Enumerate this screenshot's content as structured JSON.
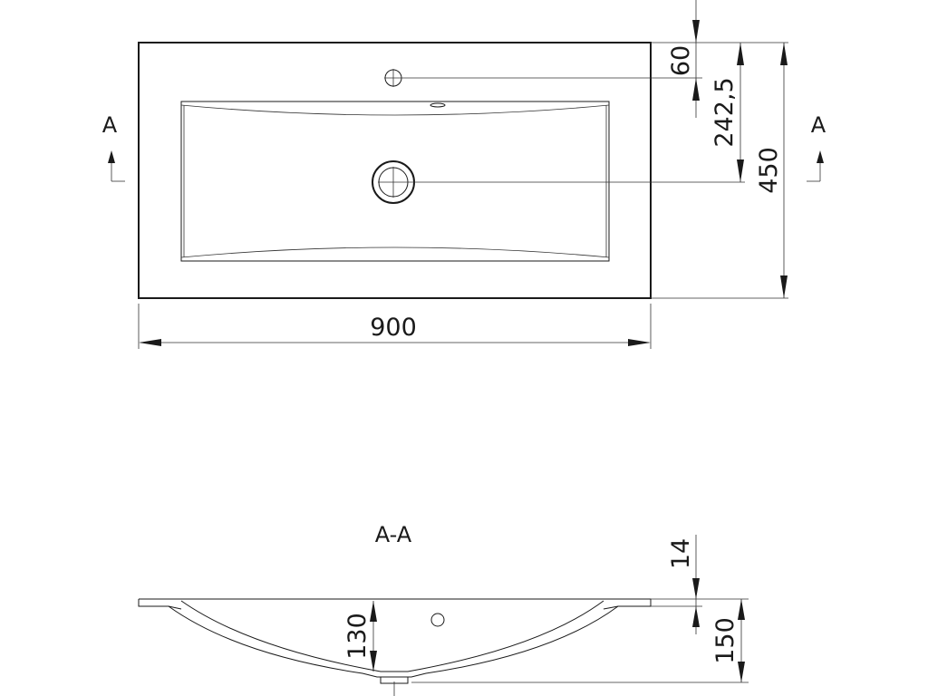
{
  "top_view": {
    "width_label": "900",
    "height_label": "450",
    "tap_offset_label": "60",
    "drain_offset_label": "242,5",
    "section_mark_left": "A",
    "section_mark_right": "A"
  },
  "section_view": {
    "title": "A-A",
    "rim_thickness_label": "14",
    "basin_depth_label": "130",
    "total_height_label": "150"
  },
  "colors": {
    "line": "#1a1a1a",
    "background": "#ffffff"
  }
}
